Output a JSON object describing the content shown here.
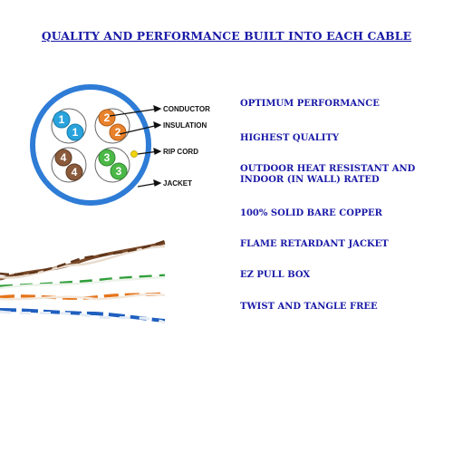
{
  "title": "QUALITY AND PERFORMANCE BUILT INTO EACH CABLE",
  "diagram": {
    "pairs": [
      {
        "numbers": [
          "1",
          "1"
        ],
        "color": "#2aa3dc"
      },
      {
        "numbers": [
          "2",
          "2"
        ],
        "color": "#e8822c"
      },
      {
        "numbers": [
          "4",
          "4"
        ],
        "color": "#8a5a3a"
      },
      {
        "numbers": [
          "3",
          "3"
        ],
        "color": "#4cb848"
      }
    ],
    "labels": {
      "conductor": "CONDUCTOR",
      "insulation": "INSULATION",
      "rip_cord": "RIP CORD",
      "jacket": "JACKET"
    },
    "jacket_color": "#2e7cd6",
    "rip_cord_color": "#f2d40c"
  },
  "features": [
    "OPTIMUM PERFORMANCE",
    "HIGHEST QUALITY",
    "OUTDOOR HEAT RESISTANT AND",
    "INDOOR (IN WALL) RATED",
    "100% SOLID BARE COPPER",
    "FLAME RETARDANT JACKET",
    "EZ PULL BOX",
    "TWIST AND TANGLE FREE"
  ],
  "wire_colors": [
    "#7a4a2a",
    "#2f9e3a",
    "#e6741a",
    "#1f5fbf"
  ],
  "text_color": "#1a1aa8"
}
